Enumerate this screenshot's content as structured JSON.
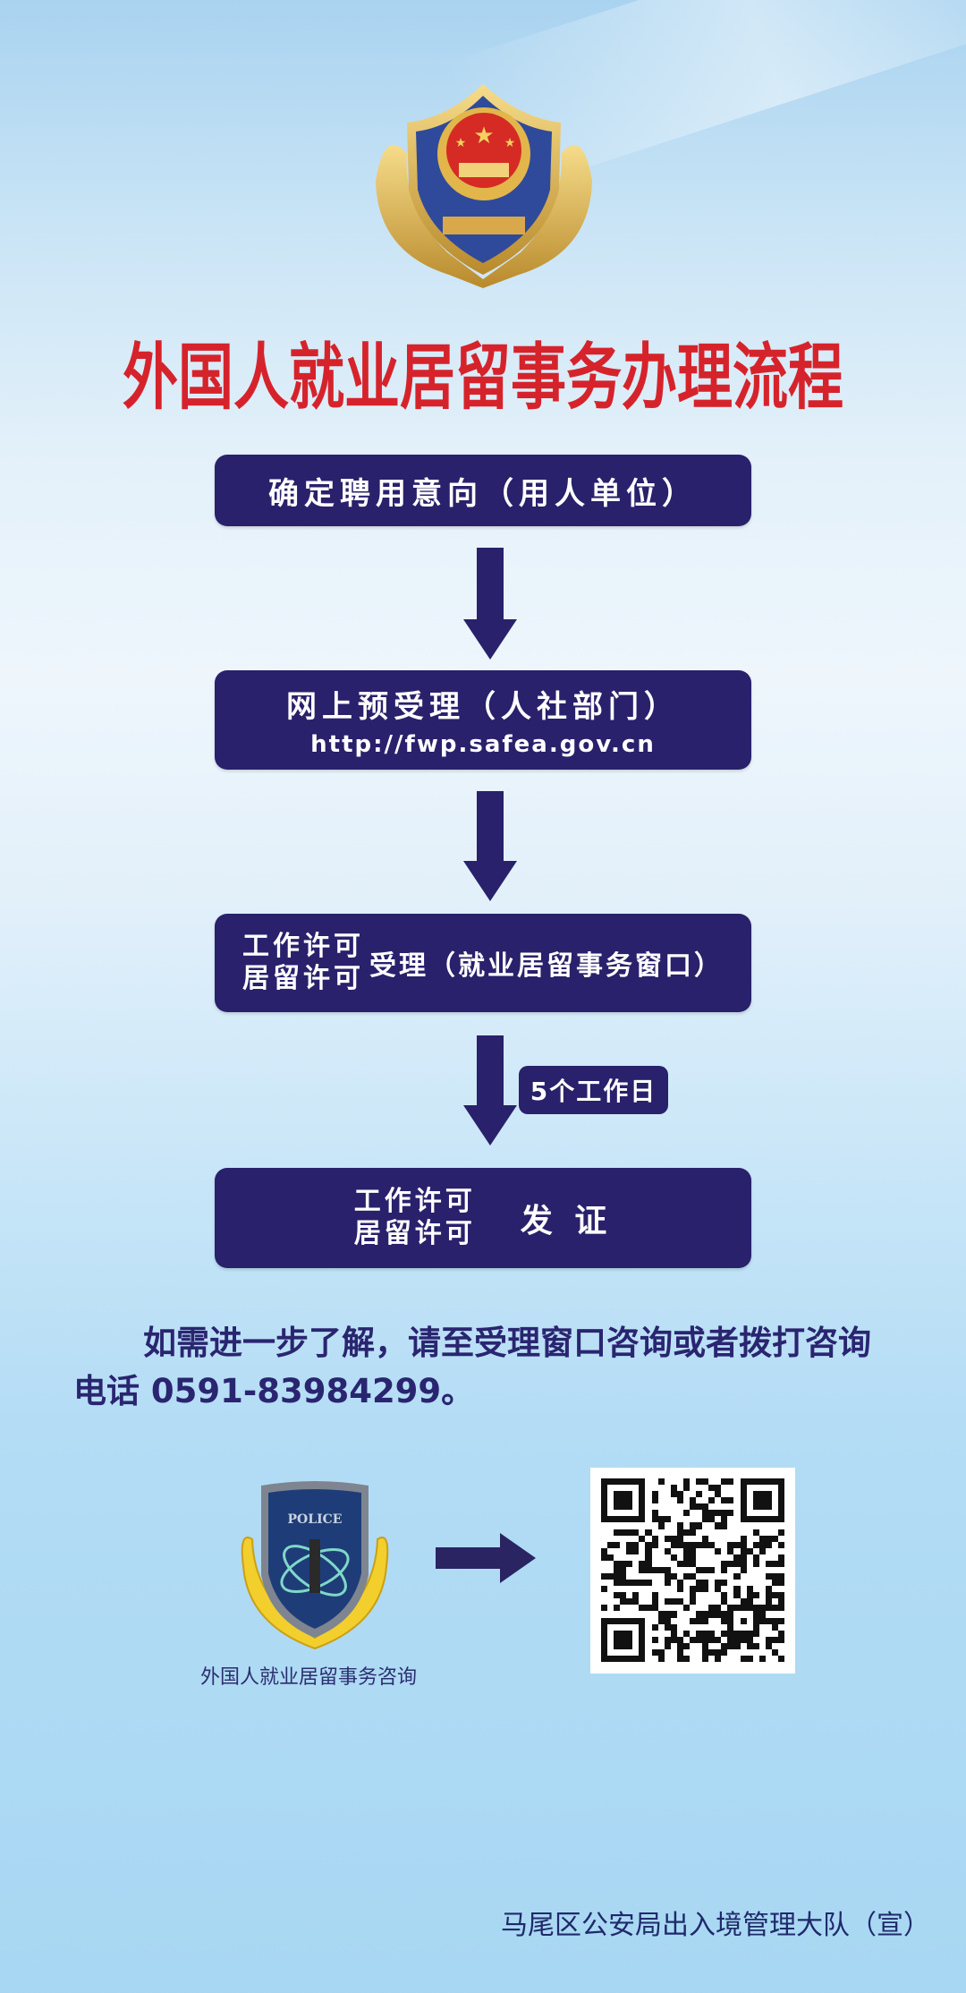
{
  "title": "外国人就业居留事务办理流程",
  "steps": [
    {
      "label": "确定聘用意向（用人单位）"
    },
    {
      "label": "网上预受理（人社部门）",
      "url": "http://fwp.safea.gov.cn"
    },
    {
      "permits": [
        "工作许可",
        "居留许可"
      ],
      "label": "受理（就业居留事务窗口）"
    },
    {
      "permits": [
        "工作许可",
        "居留许可"
      ],
      "label": "发 证"
    }
  ],
  "duration_badge": "5个工作日",
  "info": {
    "line1": "如需进一步了解，请至受理窗口咨询或者拨打咨询",
    "line2": "电话 0591-83984299。"
  },
  "emblem_caption": "外国人就业居留事务咨询",
  "emblem_text": "POLICE",
  "footer": "马尾区公安局出入境管理大队（宣）",
  "colors": {
    "box": "#29216b",
    "title": "#d6232b",
    "background": "#c9e6f8"
  }
}
